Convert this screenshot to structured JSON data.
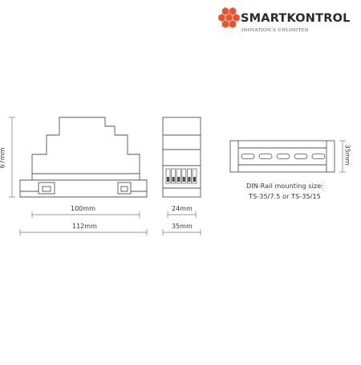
{
  "brand": {
    "name": "SMARTKONTROL",
    "tagline": "INOVATION'S UNLIMITED",
    "accent_color": "#e8542e",
    "logo_icon": "hexagon-cluster-logo"
  },
  "dimensions": {
    "height_label": "67mm",
    "inner_width_label": "100mm",
    "outer_width_label": "112mm",
    "side_inner_width_label": "24mm",
    "side_outer_width_label": "35mm",
    "rail_height_label": "35mm"
  },
  "rail_note": {
    "line1": "DIN-Rail mounting size:",
    "line2": "TS-35/7.5 or TS-35/15"
  },
  "colors": {
    "line": "#555555",
    "dim_line": "#777777"
  }
}
